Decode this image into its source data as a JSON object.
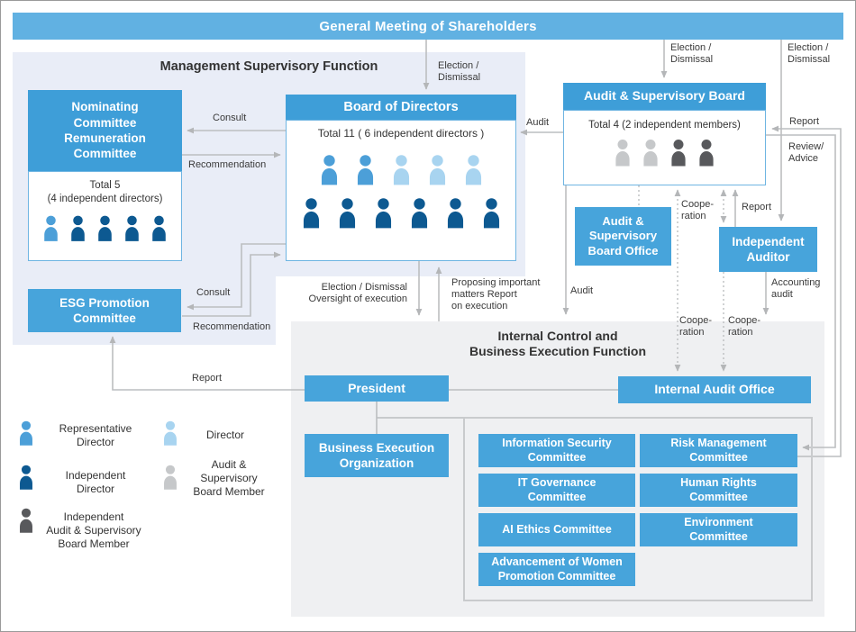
{
  "banner": {
    "title": "General Meeting of Shareholders"
  },
  "panels": {
    "management": {
      "title": "Management Supervisory Function"
    },
    "internal": {
      "title": "Internal Control and\nBusiness Execution Function"
    }
  },
  "colors": {
    "representative": "#4C9FD8",
    "director": "#A8D4F0",
    "independent": "#0D5991",
    "asb_member": "#C6C8CA",
    "independent_asb": "#58595C",
    "banner_blue": "#61B1E2",
    "header_blue": "#3E9ED8",
    "box_blue": "#47A4DB",
    "mgmt_panel_bg": "#E9EDF7",
    "internal_panel_bg": "#EFF0F2",
    "line_gray": "#BCBEC0"
  },
  "boxes": {
    "nominating": {
      "title": "Nominating\nCommittee\nRemuneration\nCommittee",
      "total": "Total 5\n(4 independent directors)",
      "members": [
        "representative",
        "independent",
        "independent",
        "independent",
        "independent"
      ]
    },
    "board": {
      "title": "Board of Directors",
      "total": "Total 11 ( 6 independent directors )",
      "row1": [
        "representative",
        "representative",
        "director",
        "director",
        "director"
      ],
      "row2": [
        "independent",
        "independent",
        "independent",
        "independent",
        "independent",
        "independent"
      ]
    },
    "asb": {
      "title": "Audit & Supervisory Board",
      "total": "Total 4 (2 independent members)",
      "members": [
        "asb_member",
        "asb_member",
        "independent_asb",
        "independent_asb"
      ]
    },
    "esg": {
      "label": "ESG Promotion\nCommittee"
    },
    "asb_office": {
      "label": "Audit &\nSupervisory\nBoard Office"
    },
    "independent_auditor": {
      "label": "Independent\nAuditor"
    },
    "president": {
      "label": "President"
    },
    "beo": {
      "label": "Business Execution\nOrganization"
    },
    "iao": {
      "label": "Internal Audit Office"
    },
    "committees": [
      "Information Security\nCommittee",
      "Risk Management\nCommittee",
      "IT Governance\nCommittee",
      "Human Rights\nCommittee",
      "AI Ethics Committee",
      "Environment\nCommittee",
      "Advancement of Women\nPromotion Committee"
    ]
  },
  "labels": {
    "election_dismissal": "Election /\nDismissal",
    "consult": "Consult",
    "recommendation": "Recommendation",
    "audit": "Audit",
    "report": "Report",
    "review_advice": "Review/\nAdvice",
    "cooperation": "Coope-\nration",
    "accounting_audit": "Accounting\naudit",
    "ed_oversight": "Election / Dismissal\nOversight of execution",
    "proposing": "Proposing important\nmatters Report\non execution"
  },
  "legend": {
    "items": [
      {
        "type": "representative",
        "label": "Representative\nDirector"
      },
      {
        "type": "director",
        "label": "Director"
      },
      {
        "type": "independent",
        "label": "Independent\nDirector"
      },
      {
        "type": "asb_member",
        "label": "Audit &\nSupervisory\nBoard Member"
      },
      {
        "type": "independent_asb",
        "label": "Independent\nAudit & Supervisory\nBoard Member"
      }
    ]
  }
}
